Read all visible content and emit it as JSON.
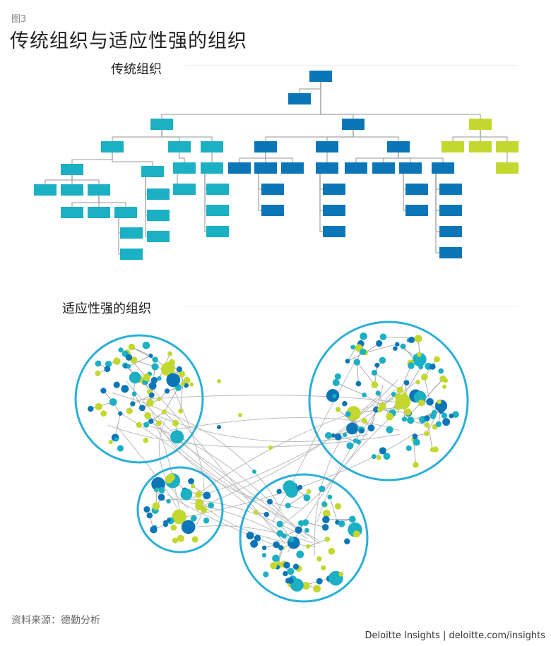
{
  "figure_label": "图3",
  "title": "传统组织与适应性强的组织",
  "traditional": {
    "heading": "传统组织"
  },
  "adaptive": {
    "heading": "适应性强的组织"
  },
  "source": "资料来源：德勤分析",
  "brand": "Deloitte Insights | deloitte.com/insights",
  "colors": {
    "teal": "#1bb0c4",
    "blue": "#0b76b7",
    "green": "#c3d82e",
    "ring": "#2aafd8",
    "line": "#aaaaaa"
  }
}
